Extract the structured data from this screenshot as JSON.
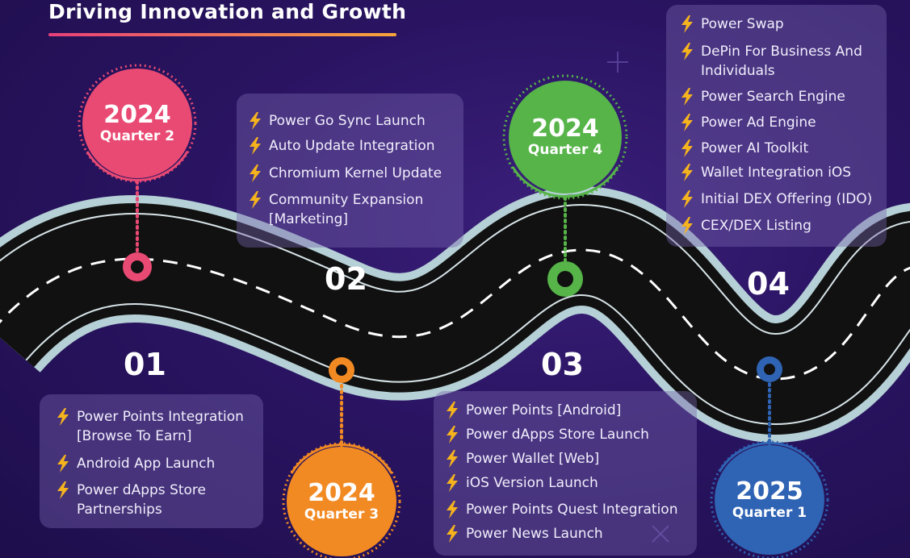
{
  "title": "Driving Innovation and Growth",
  "colors": {
    "q2": "#e94a73",
    "q3": "#f28a23",
    "q4": "#56b449",
    "q1": "#2f63b3",
    "bolt": "#f5b31e"
  },
  "milestones": [
    {
      "number": "01",
      "year": "2024",
      "quarter": "Quarter 2",
      "items": [
        "Power Points Integration [Browse To Earn]",
        "Android App Launch",
        "Power dApps Store Partnerships"
      ]
    },
    {
      "number": "02",
      "year": "2024",
      "quarter": "Quarter 3",
      "items": [
        "Power Go Sync Launch",
        "Auto Update Integration",
        "Chromium Kernel Update",
        "Community Expansion [Marketing]"
      ]
    },
    {
      "number": "03",
      "year": "2024",
      "quarter": "Quarter 4",
      "items": [
        "Power Points [Android]",
        "Power dApps Store Launch",
        "Power Wallet [Web]",
        "iOS Version Launch",
        "Power Points Quest Integration",
        "Power News Launch"
      ]
    },
    {
      "number": "04",
      "year": "2025",
      "quarter": "Quarter 1",
      "items": [
        "Power Swap",
        "DePin For Business And Individuals",
        "Power Search Engine",
        "Power Ad Engine",
        "Power AI Toolkit",
        "Wallet Integration iOS",
        "Initial DEX Offering (IDO)",
        "CEX/DEX Listing"
      ]
    }
  ]
}
